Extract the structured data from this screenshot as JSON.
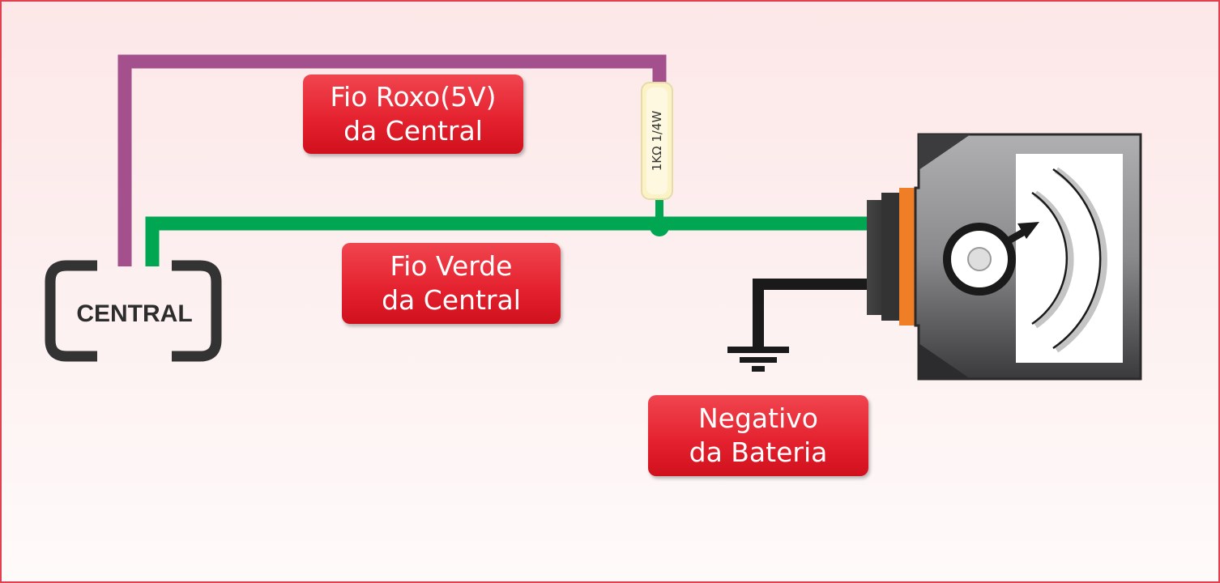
{
  "central": {
    "label": "CENTRAL"
  },
  "resistor": {
    "label": "1KΩ  1/4W"
  },
  "labels": {
    "purple_wire": {
      "line1": "Fio Roxo(5V)",
      "line2": "da Central"
    },
    "green_wire": {
      "line1": "Fio Verde",
      "line2": "da Central"
    },
    "ground": {
      "line1": "Negativo",
      "line2": "da Bateria"
    }
  },
  "colors": {
    "purple_wire": "#a4508c",
    "green_wire": "#00a651",
    "ground_wire": "#1a1a1a",
    "label_bg": "#e52330",
    "border": "#e0404f",
    "resistor_body": "#fbf2c8",
    "sensor_body": "#555555",
    "sensor_ring": "#f07e26"
  },
  "icons": [
    "ground-symbol-icon",
    "sensor-gauge-icon",
    "resistor-icon"
  ]
}
